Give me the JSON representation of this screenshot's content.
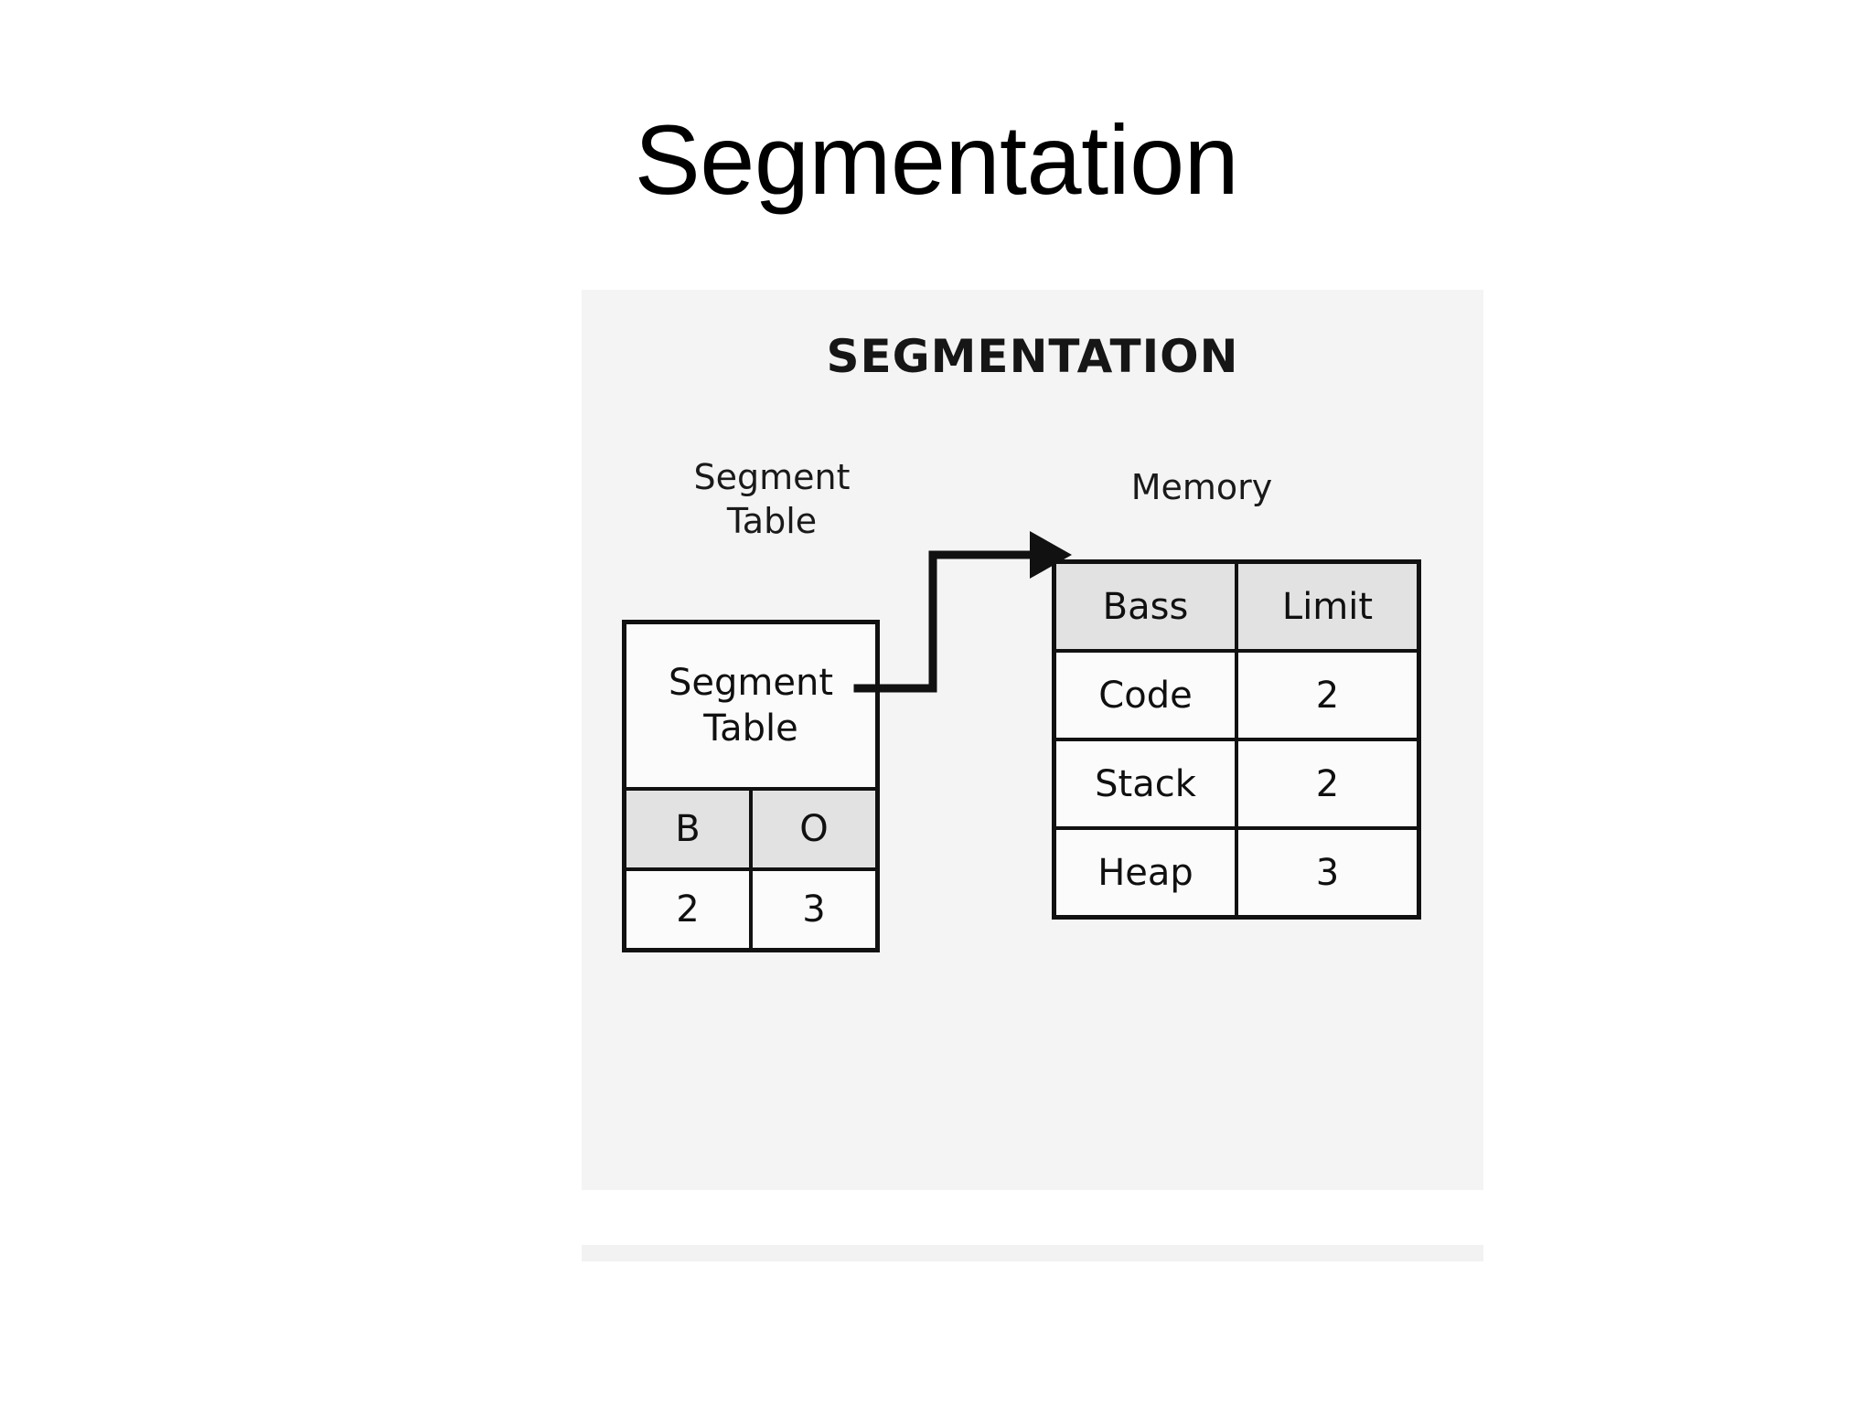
{
  "slide": {
    "title": "Segmentation"
  },
  "diagram": {
    "heading": "SEGMENTATION",
    "segment_table_label": "Segment\nTable",
    "memory_label": "Memory",
    "segment_table": {
      "caption": "Segment\nTable",
      "header": [
        "B",
        "O"
      ],
      "rows": [
        [
          "2",
          "3"
        ]
      ]
    },
    "memory_table": {
      "header": [
        "Bass",
        "Limit"
      ],
      "rows": [
        [
          "Code",
          "2"
        ],
        [
          "Stack",
          "2"
        ],
        [
          "Heap",
          "3"
        ]
      ]
    },
    "connector": {
      "label": "arrow-from-offset-to-memory"
    },
    "colors": {
      "panel_background": "#f4f4f4",
      "header_cell_fill": "#e2e2e2",
      "cell_fill": "#fbfbfb",
      "border": "#111111",
      "text": "#101010"
    }
  }
}
